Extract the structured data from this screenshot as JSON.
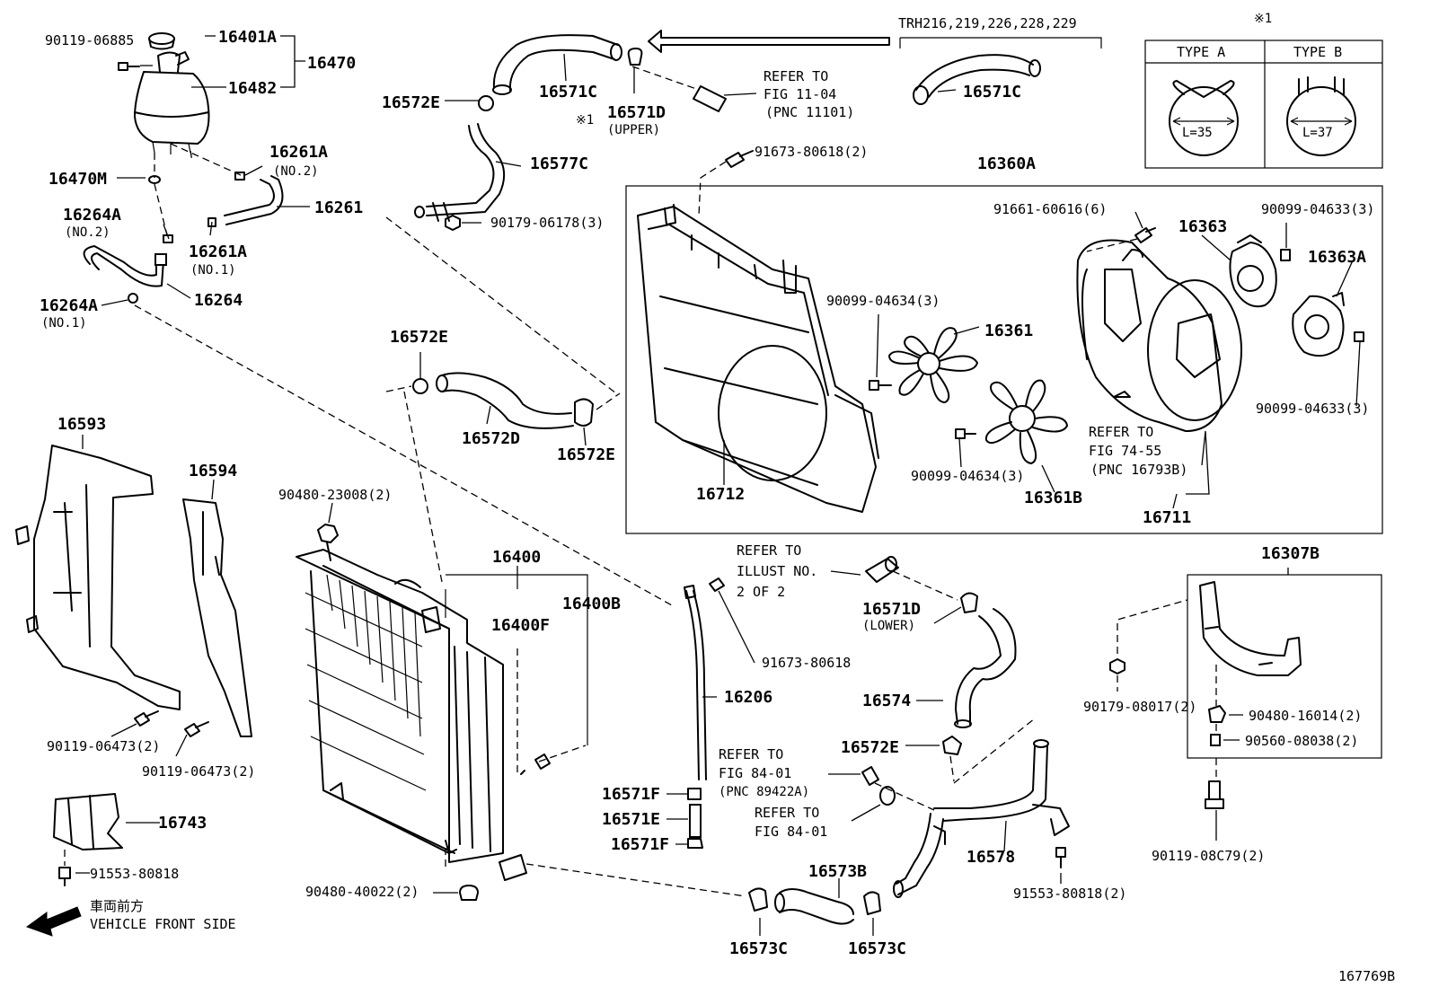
{
  "diagram_id": "167769B",
  "applicability_note": "TRH216,219,226,228,229",
  "note_mark": "※1",
  "clamp_table": {
    "mark": "※1",
    "type_a": {
      "label": "TYPE A",
      "size": "L=35"
    },
    "type_b": {
      "label": "TYPE B",
      "size": "L=37"
    }
  },
  "vehicle_front": {
    "japanese": "車両前方",
    "english": "VEHICLE FRONT SIDE"
  },
  "callouts": {
    "c16401A": "16401A",
    "c16470": "16470",
    "c16482": "16482",
    "c90119_06885": "90119-06885",
    "c16470M": "16470M",
    "c16261A_top": "16261A",
    "c16261A_top_sub": "(NO.2)",
    "c16261": "16261",
    "c16264A_top": "16264A",
    "c16264A_top_sub": "(NO.2)",
    "c16261A_bot": "16261A",
    "c16261A_bot_sub": "(NO.1)",
    "c16264": "16264",
    "c16264A_bot": "16264A",
    "c16264A_bot_sub": "(NO.1)",
    "c16572E_1": "16572E",
    "c16571C_1": "16571C",
    "c16571D_up": "16571D",
    "c16571D_up_sub": "(UPPER)",
    "c16577C": "16577C",
    "c90179_06178": "90179-06178(3)",
    "refer_11_04_a": "REFER TO",
    "refer_11_04_b": "FIG 11-04",
    "refer_11_04_c": "(PNC 11101)",
    "c16571C_2": "16571C",
    "c91673_80618_2": "91673-80618(2)",
    "c16360A": "16360A",
    "c91661_60616": "91661-60616(6)",
    "c16363": "16363",
    "c90099_04633_top": "90099-04633(3)",
    "c16363A": "16363A",
    "c90099_04634_a": "90099-04634(3)",
    "c16361": "16361",
    "c16712": "16712",
    "c90099_04634_b": "90099-04634(3)",
    "c16361B": "16361B",
    "refer_74_55_a": "REFER TO",
    "refer_74_55_b": "FIG 74-55",
    "refer_74_55_c": "(PNC 16793B)",
    "c90099_04633_bot": "90099-04633(3)",
    "c16711": "16711",
    "c16572E_2": "16572E",
    "c16572D": "16572D",
    "c16572E_3": "16572E",
    "c16593": "16593",
    "c16594": "16594",
    "c90480_23008": "90480-23008(2)",
    "c16400": "16400",
    "c16400F": "16400F",
    "c16400B": "16400B",
    "refer_illust_a": "REFER TO",
    "refer_illust_b": "ILLUST NO.",
    "refer_illust_c": "2 OF 2",
    "c16571D_low": "16571D",
    "c16571D_low_sub": "(LOWER)",
    "c91673_80618": "91673-80618",
    "c16206": "16206",
    "c16574": "16574",
    "c16572E_4": "16572E",
    "c16307B": "16307B",
    "c90179_08017": "90179-08017(2)",
    "c90480_16014": "90480-16014(2)",
    "c90560_08038": "90560-08038(2)",
    "c90119_06473_a": "90119-06473(2)",
    "c90119_06473_b": "90119-06473(2)",
    "refer_84_01_a1": "REFER TO",
    "refer_84_01_a2": "FIG 84-01",
    "refer_84_01_a3": "(PNC 89422A)",
    "refer_84_01_b1": "REFER TO",
    "refer_84_01_b2": "FIG 84-01",
    "c16571F_1": "16571F",
    "c16571E": "16571E",
    "c16571F_2": "16571F",
    "c16743": "16743",
    "c91553_80818_a": "91553-80818",
    "c16578": "16578",
    "c90119_08C79": "90119-08C79(2)",
    "c91553_80818_b": "91553-80818(2)",
    "c90480_40022": "90480-40022(2)",
    "c16573B": "16573B",
    "c16573C_1": "16573C",
    "c16573C_2": "16573C"
  }
}
